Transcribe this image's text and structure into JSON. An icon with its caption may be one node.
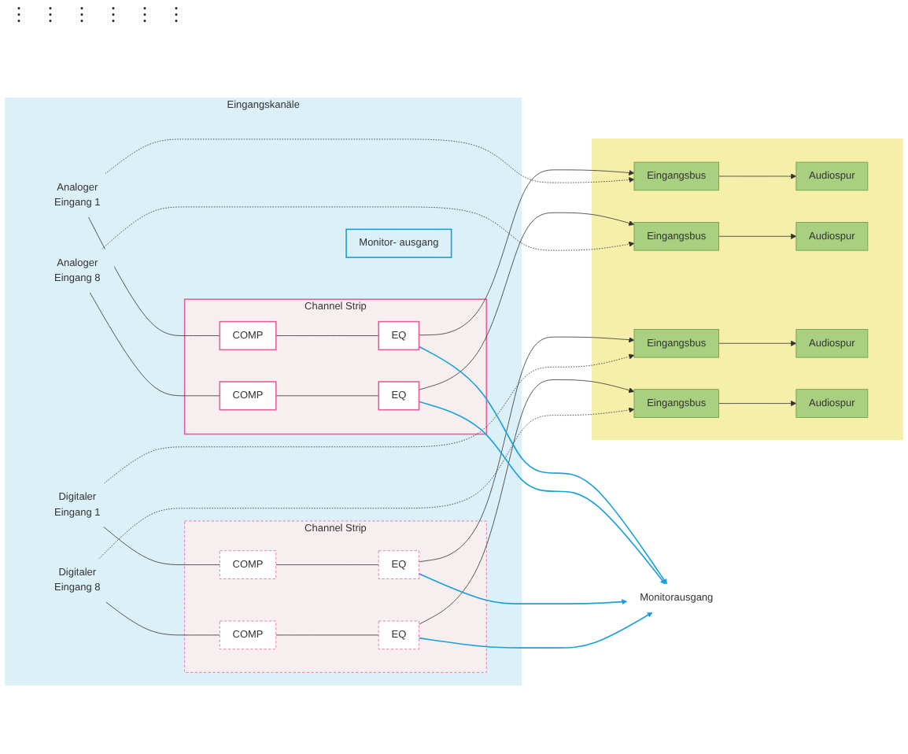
{
  "diagram": {
    "nodes": [
      {
        "text": [
          "Eingangskanäle"
        ]
      },
      {
        "text": [
          "Channel Strip"
        ],
        "in": 0
      },
      {
        "text": [
          "COMP"
        ],
        "in": 1
      },
      {
        "text": [
          "EQ"
        ],
        "in": 1
      },
      {
        "text": [
          "COMP"
        ],
        "in": 1
      },
      {
        "text": [
          "EQ"
        ],
        "in": 1
      },
      {
        "text": [
          "Channel Strip"
        ],
        "in": 0
      },
      {
        "text": [
          "COMP"
        ],
        "in": 6
      },
      {
        "text": [
          "EQ"
        ],
        "in": 6
      },
      {
        "text": [
          "COMP"
        ],
        "in": 6
      },
      {
        "text": [
          "EQ"
        ],
        "in": 6
      },
      {
        "text": [
          "Monitor- ausgang"
        ],
        "in": 0
      },
      {
        "text": [
          "Analoger Eingang 1"
        ],
        "in": 0
      },
      {
        "text": [
          "Analoger Eingang 8"
        ],
        "in": 0
      },
      {
        "text": [
          "Digitaler Eingang 1"
        ],
        "in": 0
      },
      {
        "text": [
          "Digitaler Eingang 8"
        ],
        "in": 0
      },
      {
        "text": [],
        "shape": "box"
      },
      {
        "text": [
          "Eingangsbus"
        ],
        "in": 16
      },
      {
        "text": [
          "Audiospur"
        ],
        "in": 16
      },
      {
        "text": [
          "Eingangsbus"
        ],
        "in": 16
      },
      {
        "text": [
          "Audiospur"
        ],
        "in": 16
      },
      {
        "text": [
          "Eingangsbus"
        ],
        "in": 16
      },
      {
        "text": [
          "Audiospur"
        ],
        "in": 16
      },
      {
        "text": [
          "Eingangsbus"
        ],
        "in": 16
      },
      {
        "text": [
          "Audiospur"
        ],
        "in": 16
      },
      {
        "text": [
          "Monitorausgang"
        ]
      }
    ],
    "edges": [
      {
        "from": 12,
        "to": 2,
        "arrow": "none"
      },
      {
        "from": 2,
        "to": 3,
        "arrow": "none"
      },
      {
        "from": 3,
        "to": 17,
        "arrow": "to"
      },
      {
        "from": 12,
        "to": 17,
        "arrow": "to",
        "style": "dashed"
      },
      {
        "from": 13,
        "to": 4,
        "arrow": "none"
      },
      {
        "from": 4,
        "to": 5,
        "arrow": "none"
      },
      {
        "from": 5,
        "to": 19,
        "arrow": "to"
      },
      {
        "from": 13,
        "to": 19,
        "arrow": "to",
        "style": "dashed"
      },
      {
        "from": 14,
        "to": 7,
        "arrow": "none"
      },
      {
        "from": 7,
        "to": 8,
        "arrow": "none"
      },
      {
        "from": 8,
        "to": 21,
        "arrow": "to"
      },
      {
        "from": 14,
        "to": 21,
        "arrow": "to",
        "style": "dashed"
      },
      {
        "from": 15,
        "to": 9,
        "arrow": "none"
      },
      {
        "from": 9,
        "to": 10,
        "arrow": "none"
      },
      {
        "from": 10,
        "to": 23,
        "arrow": "to"
      },
      {
        "from": 15,
        "to": 23,
        "arrow": "to",
        "style": "dashed"
      },
      {
        "from": 3,
        "to": 25,
        "arrow": "to",
        "color": "#1aa0dc"
      },
      {
        "from": 5,
        "to": 25,
        "arrow": "to",
        "color": "#1aa0dc"
      },
      {
        "from": 8,
        "to": 25,
        "arrow": "to",
        "color": "#1aa0dc"
      },
      {
        "from": 10,
        "to": 25,
        "arrow": "to",
        "color": "#1aa0dc"
      },
      {
        "from": 17,
        "to": 18,
        "arrow": "to"
      },
      {
        "from": 19,
        "to": 20,
        "arrow": "to"
      },
      {
        "from": 21,
        "to": 22,
        "arrow": "to"
      },
      {
        "from": 23,
        "to": 24,
        "arrow": "to"
      }
    ],
    "labels": [
      "⋮",
      "⋮",
      "⋮",
      "⋮",
      "⋮",
      "⋮"
    ]
  }
}
